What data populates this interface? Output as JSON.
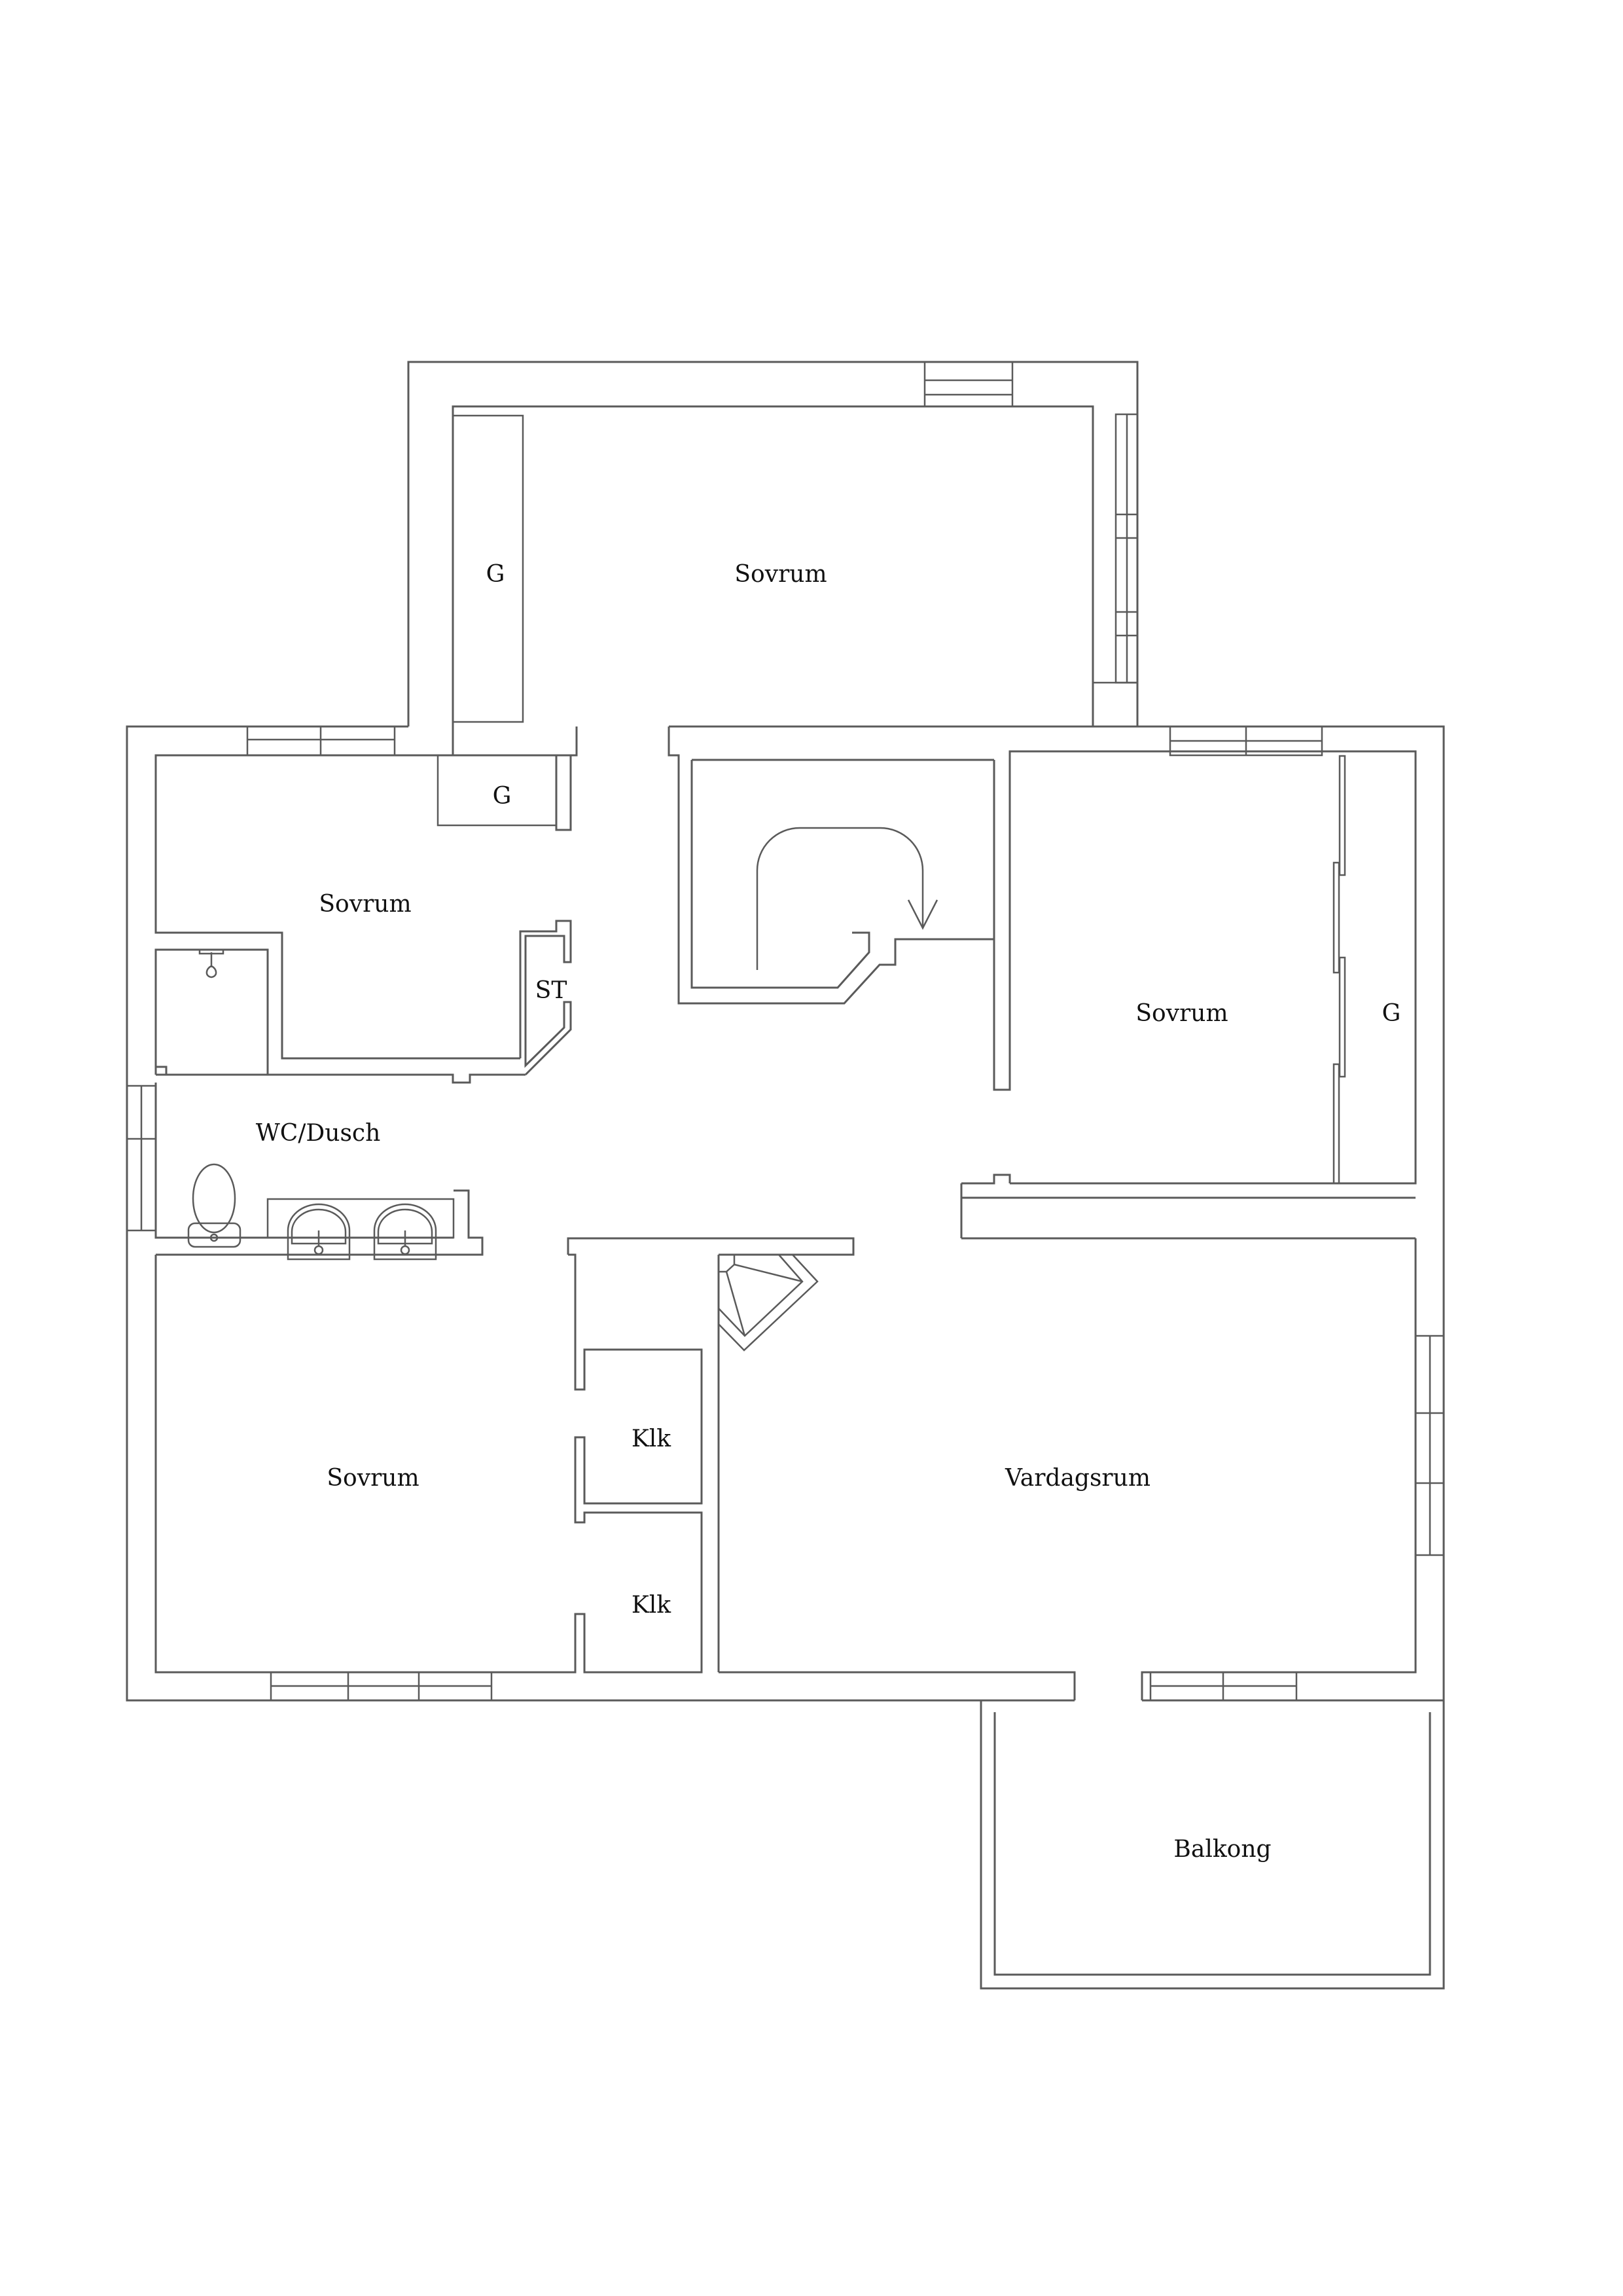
{
  "plan": {
    "line_color": "#5a5a5a",
    "text_color": "#111111",
    "background": "#ffffff"
  },
  "rooms": {
    "top_bedroom": {
      "label": "Sovrum"
    },
    "top_bedroom_closet": {
      "label": "G"
    },
    "left_bedroom": {
      "label": "Sovrum"
    },
    "left_bedroom_closet": {
      "label": "G"
    },
    "storage": {
      "label": "ST"
    },
    "bathroom": {
      "label": "WC/Dusch"
    },
    "right_bedroom": {
      "label": "Sovrum"
    },
    "right_bedroom_closet": {
      "label": "G"
    },
    "bottom_bedroom": {
      "label": "Sovrum"
    },
    "closet_1": {
      "label": "Klk"
    },
    "closet_2": {
      "label": "Klk"
    },
    "living_room": {
      "label": "Vardagsrum"
    },
    "balcony": {
      "label": "Balkong"
    }
  },
  "icons": {
    "stair": "staircase-arrow-icon",
    "fireplace": "fireplace-icon",
    "toilet": "toilet-icon",
    "sink": "sink-icon",
    "shower": "shower-head-icon"
  }
}
